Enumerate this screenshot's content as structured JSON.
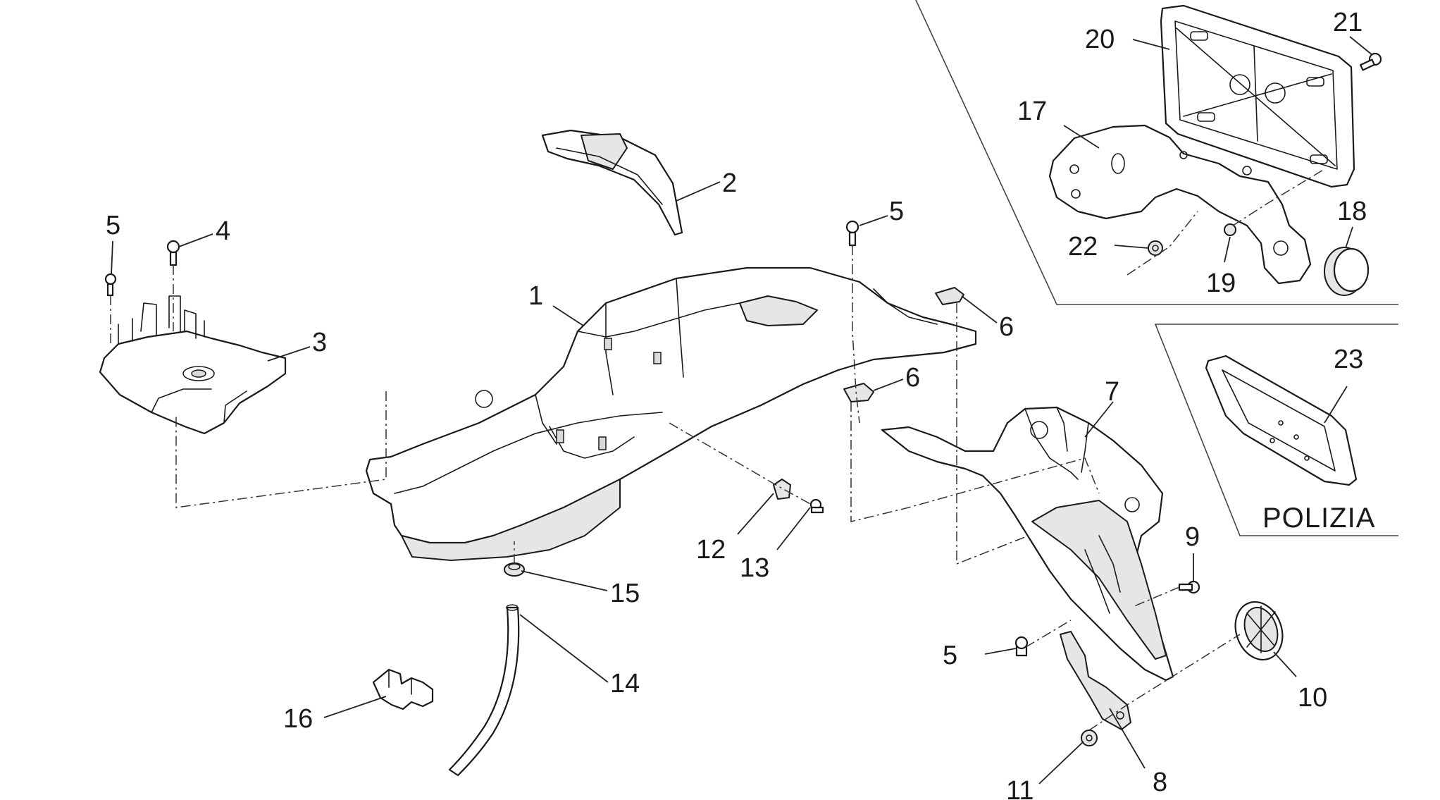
{
  "callouts": {
    "c1": "1",
    "c2": "2",
    "c3": "3",
    "c4": "4",
    "c5a": "5",
    "c5b": "5",
    "c5c": "5",
    "c6a": "6",
    "c6b": "6",
    "c7": "7",
    "c8": "8",
    "c9": "9",
    "c10": "10",
    "c11": "11",
    "c12": "12",
    "c13": "13",
    "c14": "14",
    "c15": "15",
    "c16": "16",
    "c17": "17",
    "c18": "18",
    "c19": "19",
    "c20": "20",
    "c21": "21",
    "c22": "22",
    "c23": "23"
  },
  "panels": {
    "police_label": "POLIZIA"
  },
  "colors": {
    "line": "#1a1a1a",
    "background": "#ffffff"
  }
}
